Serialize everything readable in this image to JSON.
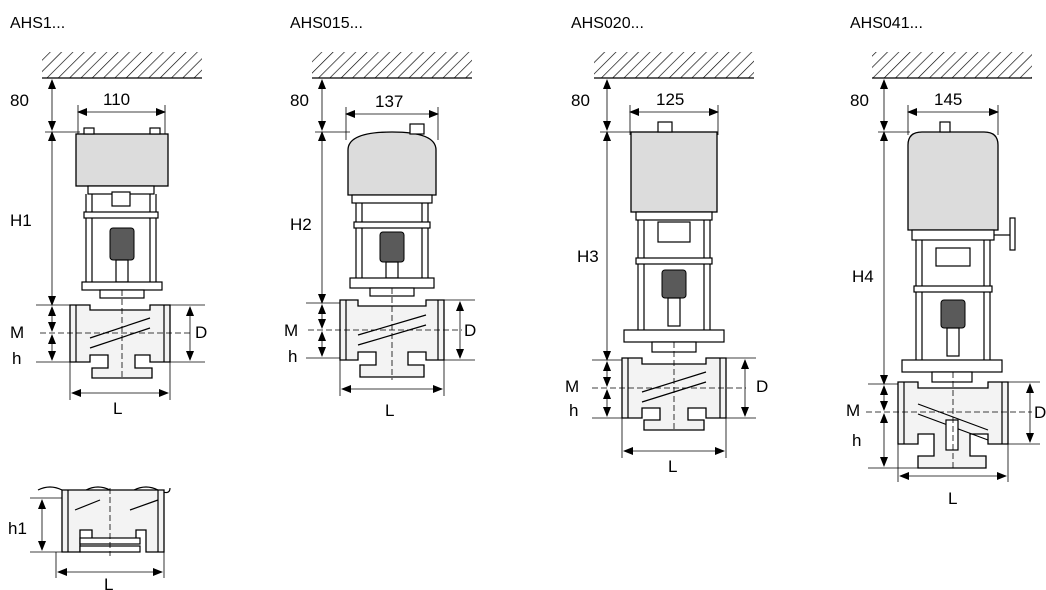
{
  "figures": [
    {
      "caption": "AHS1...",
      "top_dim": "80",
      "width_dim": "110",
      "height_dim": "H1",
      "m": "M",
      "h": "h",
      "d": "D",
      "l": "L"
    },
    {
      "caption": "AHS015...",
      "top_dim": "80",
      "width_dim": "137",
      "height_dim": "H2",
      "m": "M",
      "h": "h",
      "d": "D",
      "l": "L"
    },
    {
      "caption": "AHS020...",
      "top_dim": "80",
      "width_dim": "125",
      "height_dim": "H3",
      "m": "M",
      "h": "h",
      "d": "D",
      "l": "L"
    },
    {
      "caption": "AHS041...",
      "top_dim": "80",
      "width_dim": "145",
      "height_dim": "H4",
      "m": "M",
      "h": "h",
      "d": "D",
      "l": "L"
    }
  ],
  "detail": {
    "h1": "h1",
    "l": "L"
  }
}
